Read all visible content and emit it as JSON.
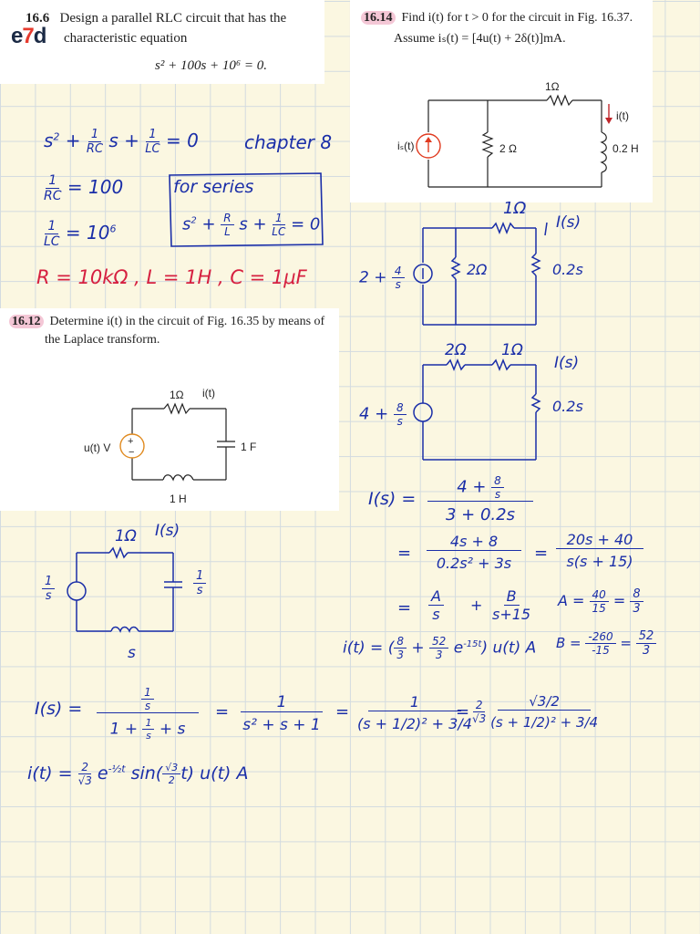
{
  "colors": {
    "ink": "#1a2ea8",
    "red": "#d62040",
    "paper": "#fbf7e1",
    "grid": "#d3dbe0",
    "highlight": "#f4c7d6"
  },
  "logo": "e7d",
  "p166": {
    "num": "16.6",
    "line1": "Design a parallel RLC circuit that has the",
    "line2": "characteristic equation",
    "eq": "s² + 100s + 10⁶ = 0."
  },
  "p1614": {
    "num": "16.14",
    "line1": "Find i(t) for t > 0 for the circuit in Fig. 16.37.",
    "line2": "Assume iₛ(t) = [4u(t) + 2δ(t)]mA.",
    "r1": "1Ω",
    "r2": "2 Ω",
    "l": "0.2 H",
    "src": "iₛ(t)",
    "cur": "i(t)"
  },
  "p1612": {
    "num": "16.12",
    "line1": "Determine i(t) in the circuit of Fig. 16.35 by means of",
    "line2": "the Laplace transform.",
    "r": "1Ω",
    "cur": "i(t)",
    "src": "u(t) V",
    "c": "1 F",
    "l": "1 H"
  },
  "notes": {
    "eq1": "s² + 1/RC s + 1/LC = 0",
    "chapter": "chapter 8",
    "rc": "1/RC = 100",
    "lc": "1/LC = 10⁶",
    "series_title": "for series",
    "series_eq": "s² + R/L s + 1/LC = 0",
    "answer166": "R = 10kΩ , L = 1H , C = 1μF",
    "c1_r": "1Ω",
    "c1_i": "I(s)",
    "c1_src": "2 + 4/s",
    "c1_r2": "2Ω",
    "c1_l": "0.2s",
    "c2_r1": "2Ω",
    "c2_r2": "1Ω",
    "c2_i": "I(s)",
    "c2_src": "4 + 8/s",
    "c2_l": "0.2s",
    "is_label": "I(s) =",
    "is_num": "4 + 8/s",
    "is_den": "3 + 0.2s",
    "step2_num": "4s + 8",
    "step2_den": "0.2s² + 3s",
    "step3_num": "20s + 40",
    "step3_den": "s(s + 15)",
    "pf_a": "A",
    "pf_s": "s",
    "pf_b": "B",
    "pf_s15": "s+15",
    "a_val": "A = 40/15 = 8/3",
    "b_val": "B = -260/-15 = 52/3",
    "it1614": "i(t) = (8/3 + 52/3 e^(-15t)) u(t) A",
    "c3_r": "1Ω",
    "c3_i": "I(s)",
    "c3_src": "1/s",
    "c3_c": "1/s",
    "c3_l": "s",
    "is2_label": "I(s) =",
    "is2_a_num": "1/s",
    "is2_a_den": "1 + 1/s + s",
    "is2_b_num": "1",
    "is2_b_den": "s² + s + 1",
    "is2_c_num": "1",
    "is2_c_den": "(s + 1/2)² + 3/4",
    "is2_d_pre": "2/√3",
    "is2_d_num": "√3/2",
    "is2_d_den": "(s + 1/2)² + 3/4",
    "it1612": "i(t) = 2/√3 e^(-1/2 t) sin(√3/2 t) u(t) A"
  }
}
